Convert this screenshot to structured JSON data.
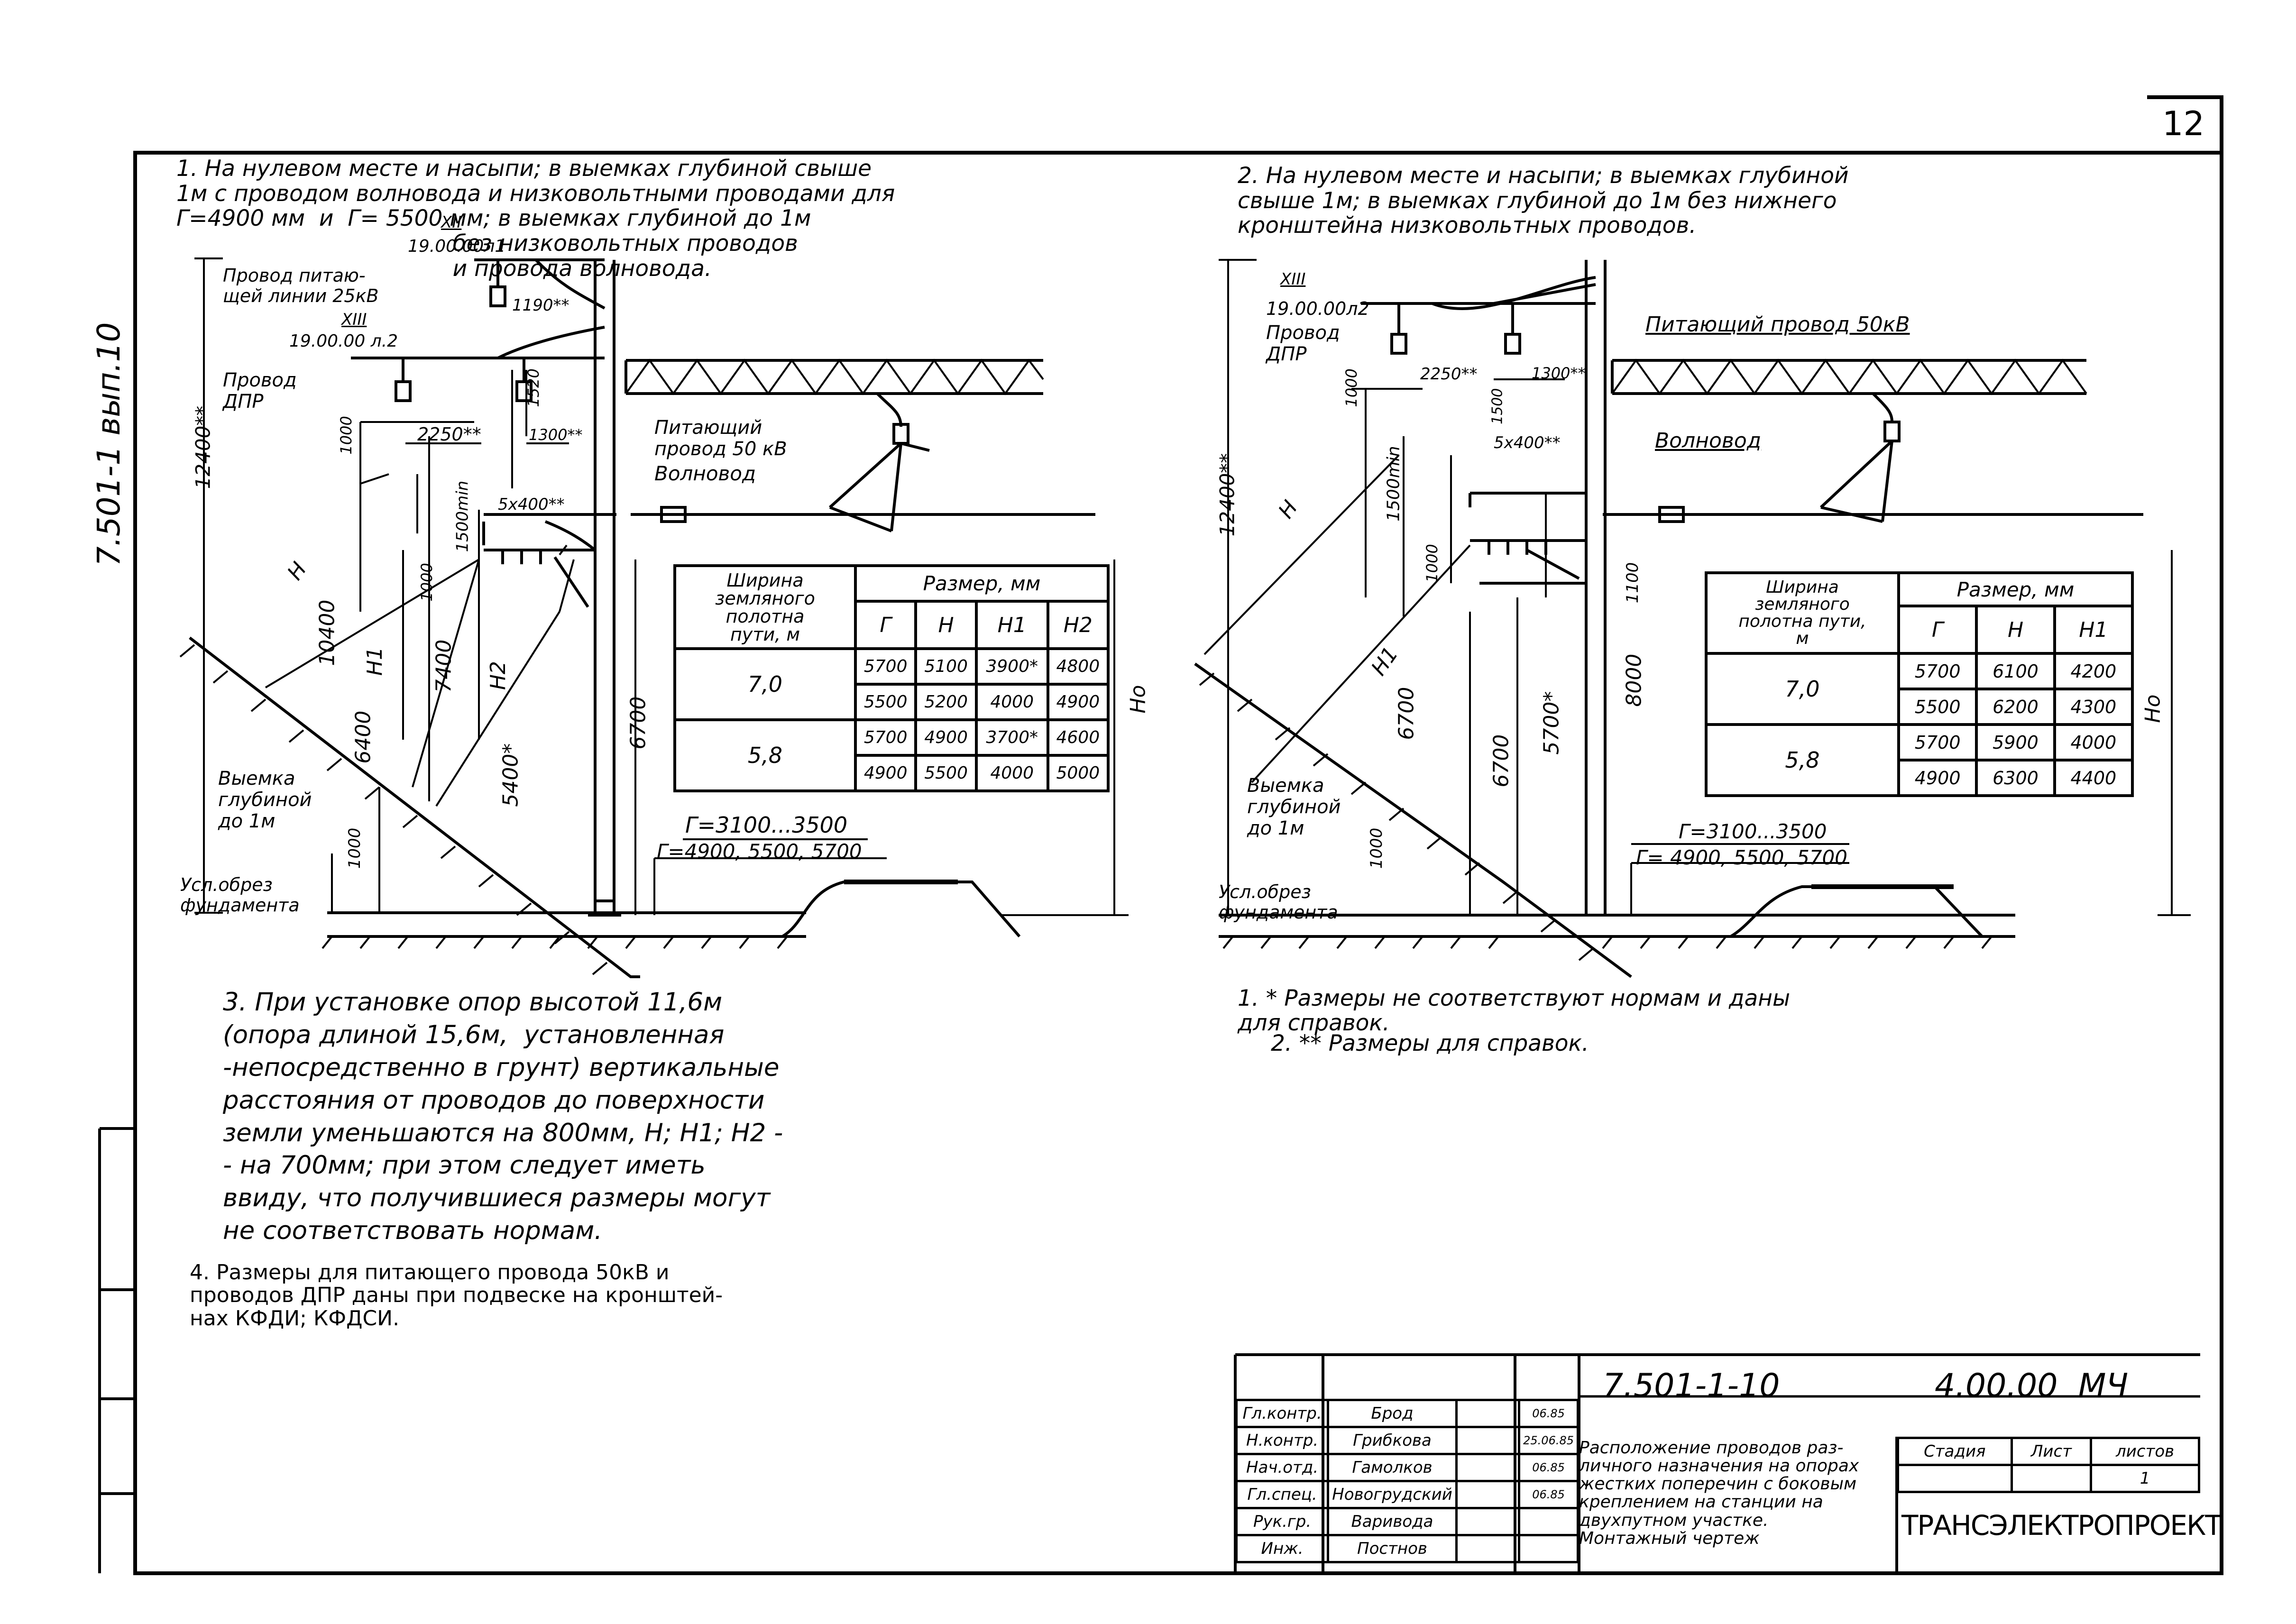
{
  "sheet_number": "12",
  "side_code": "7.501-1 вып.10",
  "scheme1": {
    "heading": "1. На нулевом месте и насыпи; в выемках глубиной свыше\n1м с проводом волновода и низковольтными проводами для\nГ=4900 мм  и  Г= 5500 мм; в выемках глубиной до 1м\n                                       без низковольтных проводов\n                                       и провода волновода.",
    "labels": {
      "xii": "XII",
      "n1": "19.00.00л1",
      "feeder25": "Провод питаю-\nщей линии 25кВ",
      "d1190": "1190**",
      "xiii": "XIII",
      "n2": "19.00.00 л.2",
      "dpr": "Провод\nДПР",
      "d1520": "1520",
      "d1000a": "1000",
      "d2250": "2250**",
      "d1300": "1300**",
      "feeder50": "Питающий\nпровод 50 кВ",
      "wave": "Волновод",
      "d5x400": "5х400**",
      "d1500": "1500min",
      "d1000b": "1000",
      "d12400": "12400**",
      "H": "H",
      "d10400": "10400",
      "H1": "H1",
      "d7400": "7400",
      "H2": "H2",
      "d6400": "6400",
      "d5400": "5400*",
      "d6700": "6700",
      "Ho": "Ho",
      "cut": "Выемка\nглубиной\nдо 1м",
      "d1000c": "1000",
      "found": "Усл.обрез\nфундамента",
      "g1": "Г=3100...3500",
      "g2": "Г=4900, 5500, 5700"
    },
    "table": {
      "h_width": "Ширина\nземляного\nполотна\nпути, м",
      "h_size": "Размер,  мм",
      "cols": [
        "Г",
        "Н",
        "Н1",
        "Н2"
      ],
      "groups": [
        {
          "width": "7,0",
          "rows": [
            [
              "5700",
              "5100",
              "3900*",
              "4800"
            ],
            [
              "5500",
              "5200",
              "4000",
              "4900"
            ]
          ]
        },
        {
          "width": "5,8",
          "rows": [
            [
              "5700",
              "4900",
              "3700*",
              "4600"
            ],
            [
              "4900",
              "5500",
              "4000",
              "5000"
            ]
          ]
        }
      ]
    }
  },
  "scheme2": {
    "heading": "2. На нулевом месте и насыпи; в выемках глубиной\nсвыше 1м; в выемках глубиной до 1м без нижнего\nкронштейна низковольтных проводов.",
    "labels": {
      "xiii": "XIII",
      "n2": "19.00.00л2",
      "dpr": "Провод\nДПР",
      "feeder50": "Питающий провод 50кВ",
      "d1000a": "1000",
      "d2250": "2250**",
      "d1500": "1500",
      "d1300": "1300**",
      "d5x400": "5х400**",
      "wave": "Волновод",
      "d1500min": "1500min",
      "d12400": "12400**",
      "H": "H",
      "d1000b": "1000",
      "d1100": "1100",
      "H1": "H1",
      "d6700a": "6700",
      "d6700b": "6700",
      "d5700": "5700*",
      "d8000": "8000",
      "Ho": "Ho",
      "cut": "Выемка\nглубиной\nдо 1м",
      "d1000c": "1000",
      "found": "Усл.обрез\nфундамента",
      "g1": "Г=3100...3500",
      "g2": "Г= 4900, 5500, 5700"
    },
    "table": {
      "h_width": "Ширина\nземляного\nполотна пути,\nм",
      "h_size": "Размер,  мм",
      "cols": [
        "Г",
        "Н",
        "Н1"
      ],
      "groups": [
        {
          "width": "7,0",
          "rows": [
            [
              "5700",
              "6100",
              "4200"
            ],
            [
              "5500",
              "6200",
              "4300"
            ]
          ]
        },
        {
          "width": "5,8",
          "rows": [
            [
              "5700",
              "5900",
              "4000"
            ],
            [
              "4900",
              "6300",
              "4400"
            ]
          ]
        }
      ]
    }
  },
  "notes_left": {
    "n3": "3. При установке опор высотой 11,6м\n(опора длиной 15,6м,  установленная\n-непосредственно в грунт) вертикальные\nрасстояния от проводов до поверхности\nземли уменьшаются на 800мм, Н; Н1; Н2 -\n- на 700мм; при этом следует иметь\nввиду, что получившиеся размеры могут\nне соответствовать нормам.",
    "n4": "4. Размеры для питающего провода 50кВ и\nпроводов ДПР даны при подвеске на кронштей-\nнах КФДИ; КФДСИ."
  },
  "notes_right": {
    "n1": "1. * Размеры не соответствуют нормам и даны\nдля справок.",
    "n2": "2. ** Размеры для справок."
  },
  "stamp": {
    "code": "7.501-1-10",
    "doc": "4.00.00  МЧ",
    "title": "Расположение проводов раз-\nличного назначения на опорах\nжестких поперечин с боковым\nкреплением на станции на\nдвухпутном участке.\nМонтажный чертеж",
    "stage": "Стадия",
    "sheet": "Лист",
    "sheets": "листов",
    "sheets_val": "1",
    "org": "ТРАНСЭЛЕКТРОПРОЕКТ",
    "people": [
      {
        "role": "Гл.контр.",
        "name": "Брод",
        "date": "06.85"
      },
      {
        "role": "Н.контр.",
        "name": "Грибкова",
        "date": "25.06.85"
      },
      {
        "role": "Нач.отд.",
        "name": "Гамолков",
        "date": "06.85"
      },
      {
        "role": "Гл.спец.",
        "name": "Новогрудский",
        "date": "06.85"
      },
      {
        "role": "Рук.гр.",
        "name": "Варивода",
        "date": ""
      },
      {
        "role": "Инж.",
        "name": "Постнов",
        "date": ""
      }
    ]
  }
}
